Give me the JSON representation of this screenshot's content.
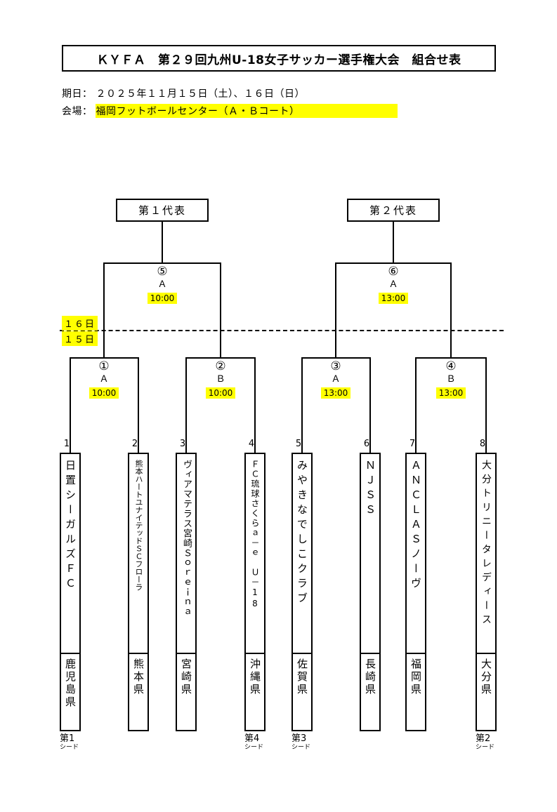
{
  "header": {
    "title": "ＫＹＦＡ　第２９回九州U-18女子サッカー選手権大会　組合せ表",
    "date_label": "期日：",
    "date_value": "２０２５年１１月１５日（土）、１６日（日）",
    "venue_label": "会場：",
    "venue_value": "福岡フットボールセンター（Ａ・Ｂコート）"
  },
  "schedule": {
    "day_top": "１６日",
    "day_bottom": "１５日"
  },
  "bracket": {
    "finals": [
      {
        "label": "第１代表"
      },
      {
        "label": "第２代表"
      }
    ],
    "semifinals": [
      {
        "number": "⑤",
        "court": "Ａ",
        "time": "10:00"
      },
      {
        "number": "⑥",
        "court": "Ａ",
        "time": "13:00"
      }
    ],
    "quarterfinals": [
      {
        "number": "①",
        "court": "Ａ",
        "time": "10:00"
      },
      {
        "number": "②",
        "court": "Ｂ",
        "time": "10:00"
      },
      {
        "number": "③",
        "court": "Ａ",
        "time": "13:00"
      },
      {
        "number": "④",
        "court": "Ｂ",
        "time": "13:00"
      }
    ],
    "teams": [
      {
        "slot": "1",
        "name": "日置シーガルズＦＣ",
        "prefecture": "鹿児島県",
        "seed": "第1",
        "seed_suffix": "シード"
      },
      {
        "slot": "2",
        "name": "熊本ハートユナイテッドＳＣフローラ",
        "prefecture": "熊本県"
      },
      {
        "slot": "3",
        "name": "ヴィアマテラス宮崎Ｓｏｒｅｉｎａ",
        "prefecture": "宮崎県"
      },
      {
        "slot": "4",
        "name": "ＦＣ琉球さくらａ－ｅ　Ｕ－18",
        "prefecture": "沖縄県",
        "seed": "第4",
        "seed_suffix": "シード"
      },
      {
        "slot": "5",
        "name": "みやきなでしこクラブ",
        "prefecture": "佐賀県",
        "seed": "第3",
        "seed_suffix": "シード"
      },
      {
        "slot": "6",
        "name": "ＮＪＳＳ",
        "prefecture": "長崎県"
      },
      {
        "slot": "7",
        "name": "ＡＮＣＬＡＳノーヴ",
        "prefecture": "福岡県"
      },
      {
        "slot": "8",
        "name": "大分トリニータレディース",
        "prefecture": "大分県",
        "seed": "第2",
        "seed_suffix": "シード"
      }
    ]
  },
  "colors": {
    "highlight": "#ffff00"
  }
}
